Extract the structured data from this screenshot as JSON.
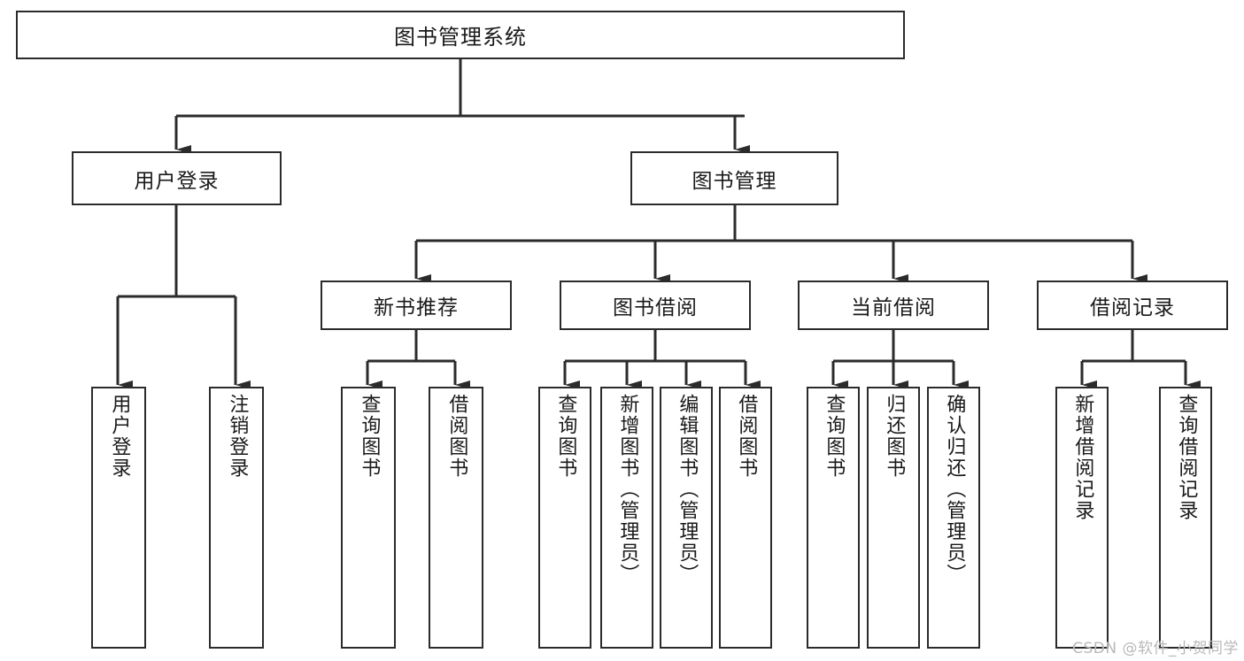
{
  "diagram": {
    "title": "图书管理系统",
    "type": "tree-hierarchy",
    "watermark": "CSDN @软件_小贺同学",
    "colors": {
      "box_border": "#2b2b2b",
      "box_fill": "#ffffff",
      "connector": "#2b2b2b",
      "text": "#1a1a1a",
      "watermark": "#b9b9b9",
      "background": "#ffffff"
    }
  },
  "nodes": {
    "root": {
      "label": "图书管理系统"
    },
    "level2": [
      {
        "id": "user-login",
        "label": "用户登录"
      },
      {
        "id": "book-manage",
        "label": "图书管理"
      }
    ],
    "level3": [
      {
        "id": "new-book-recommend",
        "label": "新书推荐"
      },
      {
        "id": "book-borrow",
        "label": "图书借阅"
      },
      {
        "id": "current-borrow",
        "label": "当前借阅"
      },
      {
        "id": "borrow-record",
        "label": "借阅记录"
      }
    ],
    "leaves": {
      "user-login": [
        {
          "id": "leaf-user-login",
          "label": "用户登录"
        },
        {
          "id": "leaf-logout-login",
          "label": "注销登录"
        }
      ],
      "new-book-recommend": [
        {
          "id": "leaf-query-book-1",
          "label": "查询图书"
        },
        {
          "id": "leaf-borrow-book-1",
          "label": "借阅图书"
        }
      ],
      "book-borrow": [
        {
          "id": "leaf-query-book-2",
          "label": "查询图书"
        },
        {
          "id": "leaf-add-book",
          "label": "新增图书（管理员）"
        },
        {
          "id": "leaf-edit-book",
          "label": "编辑图书（管理员）"
        },
        {
          "id": "leaf-borrow-book-2",
          "label": "借阅图书"
        }
      ],
      "current-borrow": [
        {
          "id": "leaf-query-book-3",
          "label": "查询图书"
        },
        {
          "id": "leaf-return-book",
          "label": "归还图书"
        },
        {
          "id": "leaf-confirm-return",
          "label": "确认归还（管理员）"
        }
      ],
      "borrow-record": [
        {
          "id": "leaf-add-record",
          "label": "新增借阅记录"
        },
        {
          "id": "leaf-query-record",
          "label": "查询借阅记录"
        }
      ]
    }
  }
}
